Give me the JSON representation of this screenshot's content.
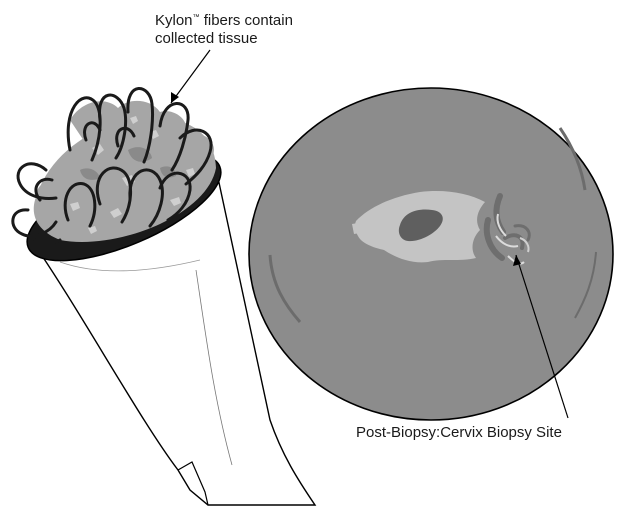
{
  "labels": {
    "fibers_line1_prefix": "Kylon",
    "fibers_trademark": "™",
    "fibers_line1_suffix": " fibers contain",
    "fibers_line2": "collected tissue",
    "biopsy_site": "Post-Biopsy:Cervix Biopsy Site"
  },
  "colors": {
    "cervix_fill": "#8c8c8c",
    "tissue_fill": "#a6a6a6",
    "lesion_light": "#c4c4c4",
    "os_dark": "#5f5f5f",
    "outline": "#000000",
    "brush_interior": "#1a1a1a",
    "background": "#ffffff"
  }
}
